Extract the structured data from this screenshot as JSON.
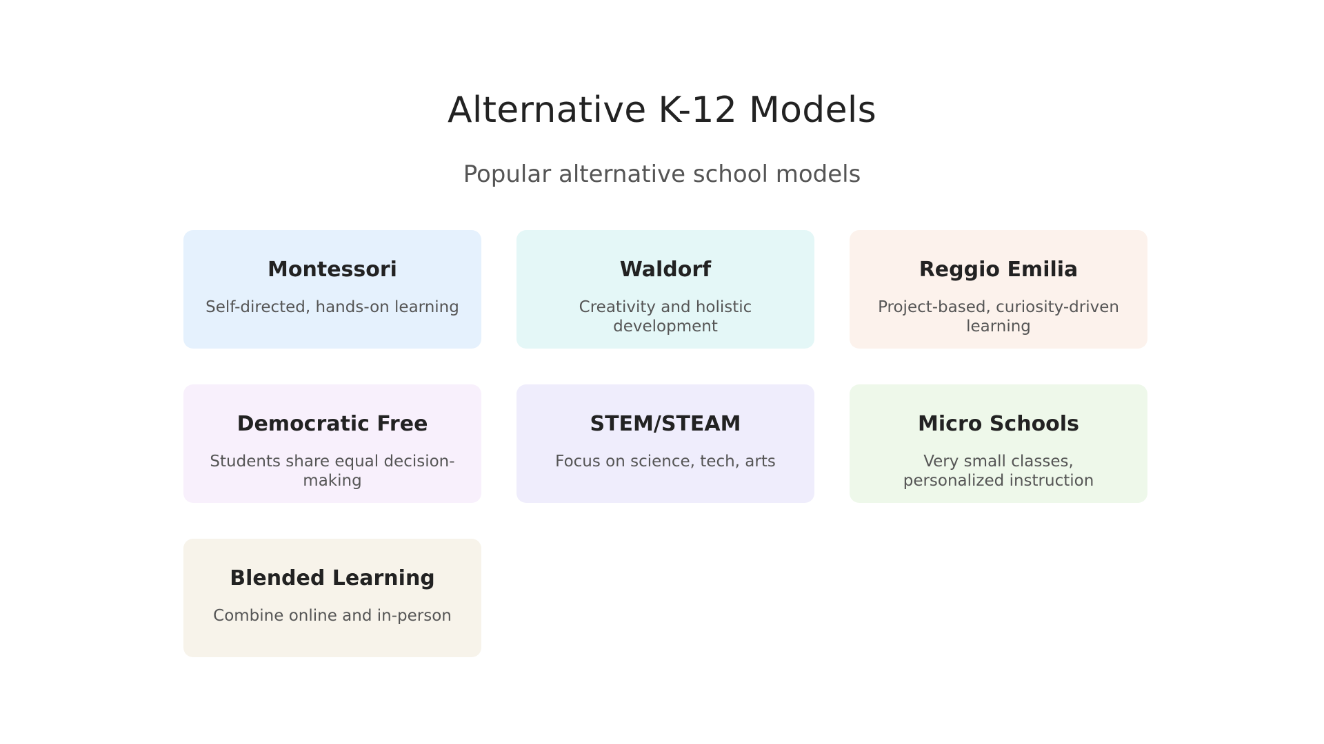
{
  "page": {
    "title": "Alternative K-12 Models",
    "subtitle": "Popular alternative school models"
  },
  "cards": [
    {
      "title": "Montessori",
      "desc": "Self-directed, hands-on learning",
      "bg": "#E5F1FD"
    },
    {
      "title": "Waldorf",
      "desc": "Creativity and holistic development",
      "bg": "#E4F7F7"
    },
    {
      "title": "Reggio Emilia",
      "desc": "Project-based, curiosity-driven learning",
      "bg": "#FCF2EC"
    },
    {
      "title": "Democratic Free",
      "desc": "Students share equal decision-making",
      "bg": "#F8F0FC"
    },
    {
      "title": "STEM/STEAM",
      "desc": "Focus on science, tech, arts",
      "bg": "#EFEDFC"
    },
    {
      "title": "Micro Schools",
      "desc": "Very small classes, personalized instruction",
      "bg": "#EEF8EA"
    },
    {
      "title": "Blended Learning",
      "desc": "Combine online and in-person",
      "bg": "#F7F3EA"
    }
  ]
}
